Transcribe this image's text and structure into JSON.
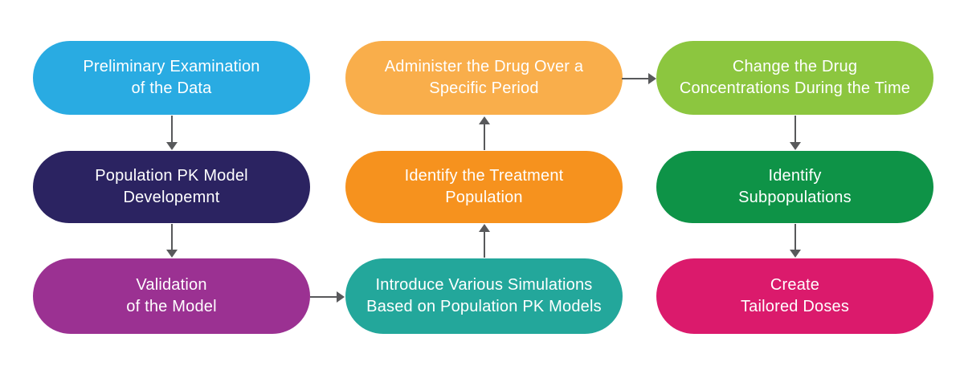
{
  "diagram": {
    "background_color": "#FFFFFF",
    "text_color": "#FFFFFF",
    "arrow_color": "#58595B",
    "nodes": [
      {
        "id": "preliminary-examination",
        "line1": "Preliminary Examination",
        "line2": "of the Data",
        "color": "#29ABE2"
      },
      {
        "id": "population-pk-model-development",
        "line1": "Population PK Model",
        "line2": "Developemnt",
        "color": "#2B2361"
      },
      {
        "id": "validation-of-model",
        "line1": "Validation",
        "line2": "of the Model",
        "color": "#9B3192"
      },
      {
        "id": "introduce-simulations",
        "line1": "Introduce Various Simulations",
        "line2": "Based on Population PK Models",
        "color": "#23A79B"
      },
      {
        "id": "identify-treatment-population",
        "line1": "Identify the Treatment",
        "line2": "Population",
        "color": "#F6921E"
      },
      {
        "id": "administer-drug",
        "line1": "Administer the Drug Over a",
        "line2": "Specific Period",
        "color": "#F9AE4B"
      },
      {
        "id": "change-drug-concentrations",
        "line1": "Change the Drug",
        "line2": "Concentrations During the Time",
        "color": "#8CC63F"
      },
      {
        "id": "identify-subpopulations",
        "line1": "Identify",
        "line2": "Subpopulations",
        "color": "#0E9347"
      },
      {
        "id": "create-tailored-doses",
        "line1": "Create",
        "line2": "Tailored Doses",
        "color": "#DB1A6C"
      }
    ],
    "edges": [
      {
        "from": "preliminary-examination",
        "to": "population-pk-model-development",
        "direction": "down"
      },
      {
        "from": "population-pk-model-development",
        "to": "validation-of-model",
        "direction": "down"
      },
      {
        "from": "validation-of-model",
        "to": "introduce-simulations",
        "direction": "right"
      },
      {
        "from": "introduce-simulations",
        "to": "identify-treatment-population",
        "direction": "up"
      },
      {
        "from": "identify-treatment-population",
        "to": "administer-drug",
        "direction": "up"
      },
      {
        "from": "administer-drug",
        "to": "change-drug-concentrations",
        "direction": "right"
      },
      {
        "from": "change-drug-concentrations",
        "to": "identify-subpopulations",
        "direction": "down"
      },
      {
        "from": "identify-subpopulations",
        "to": "create-tailored-doses",
        "direction": "down"
      }
    ]
  }
}
